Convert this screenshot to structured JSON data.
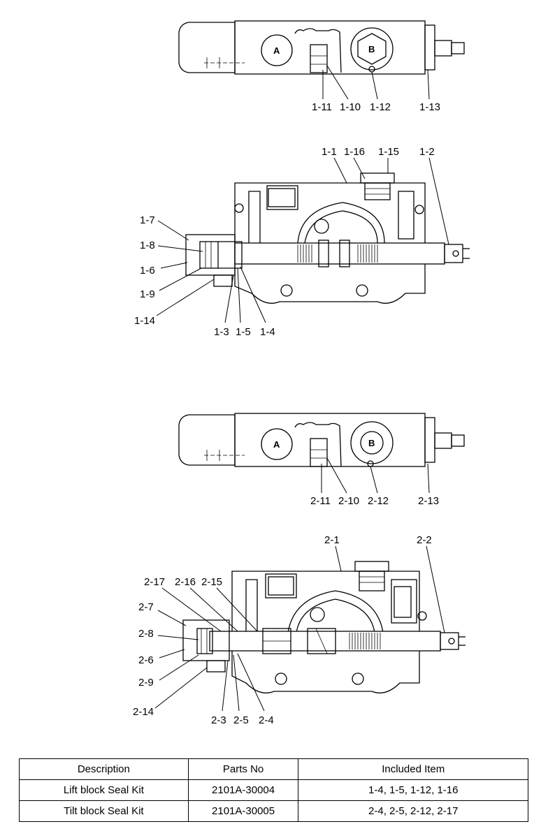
{
  "diagram": {
    "top_view_1": {
      "ports": [
        "A",
        "B"
      ],
      "labels": [
        "1-11",
        "1-10",
        "1-12",
        "1-13"
      ]
    },
    "section_view_1": {
      "labels": [
        "1-1",
        "1-16",
        "1-15",
        "1-2",
        "1-7",
        "1-8",
        "1-6",
        "1-9",
        "1-14",
        "1-3",
        "1-5",
        "1-4"
      ]
    },
    "top_view_2": {
      "ports": [
        "A",
        "B"
      ],
      "labels": [
        "2-11",
        "2-10",
        "2-12",
        "2-13"
      ]
    },
    "section_view_2": {
      "labels": [
        "2-1",
        "2-2",
        "2-17",
        "2-16",
        "2-15",
        "2-7",
        "2-8",
        "2-6",
        "2-9",
        "2-14",
        "2-3",
        "2-5",
        "2-4"
      ]
    }
  },
  "table": {
    "headers": [
      "Description",
      "Parts No",
      "Included Item"
    ],
    "rows": [
      [
        "Lift block Seal Kit",
        "2101A-30004",
        "1-4, 1-5, 1-12, 1-16"
      ],
      [
        "Tilt block Seal Kit",
        "2101A-30005",
        "2-4, 2-5, 2-12, 2-17"
      ]
    ]
  }
}
